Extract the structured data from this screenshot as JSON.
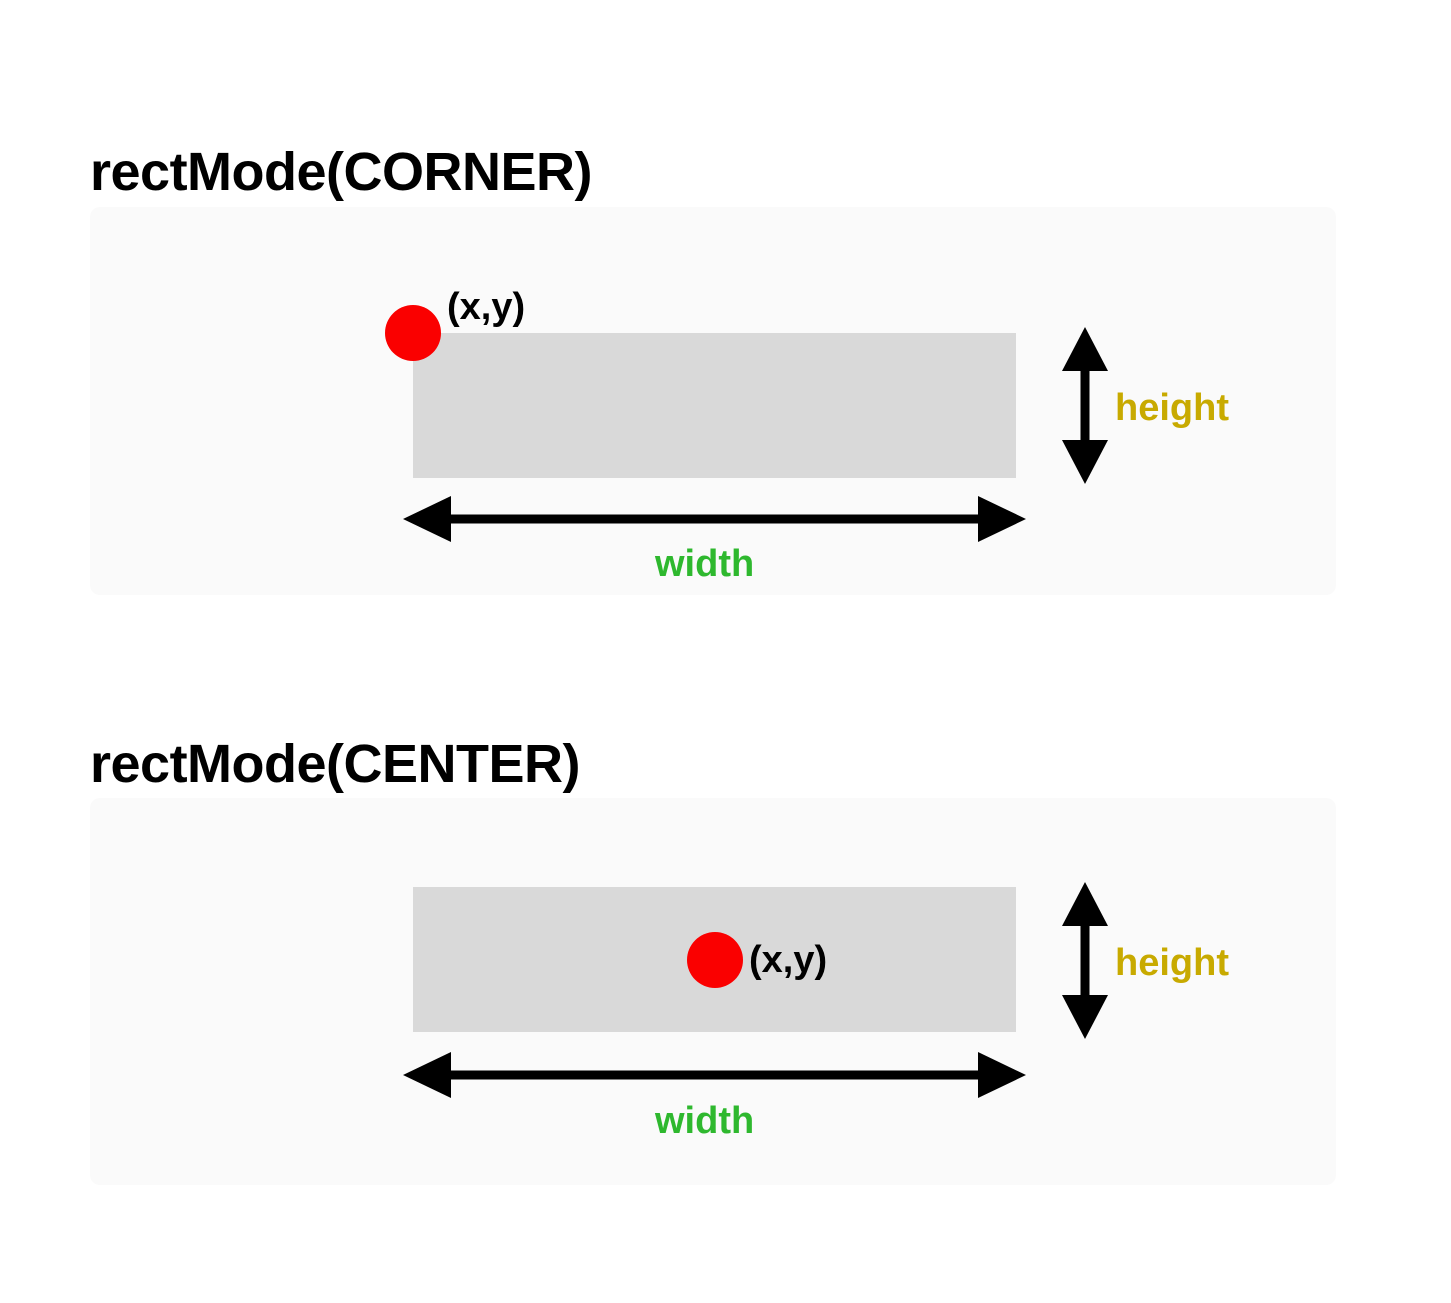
{
  "diagram": {
    "title_corner": "rectMode(CORNER)",
    "title_center": "rectMode(CENTER)",
    "point_label": "(x,y)",
    "width_label": "width",
    "height_label": "height",
    "colors": {
      "panel_background": "#FAFAFA",
      "rectangle_fill": "#D9D9D9",
      "anchor_dot": "#FA0000",
      "width_label": "#2EB82E",
      "height_label": "#C8AA00",
      "arrow": "#000000",
      "title": "#000000",
      "page_background": "#FFFFFF"
    },
    "panels": [
      {
        "id": "corner",
        "title": "rectMode(CORNER)",
        "anchor_position": "top-left-corner",
        "point_label": "(x,y)",
        "width_label": "width",
        "height_label": "height"
      },
      {
        "id": "center",
        "title": "rectMode(CENTER)",
        "anchor_position": "center",
        "point_label": "(x,y)",
        "width_label": "width",
        "height_label": "height"
      }
    ]
  }
}
